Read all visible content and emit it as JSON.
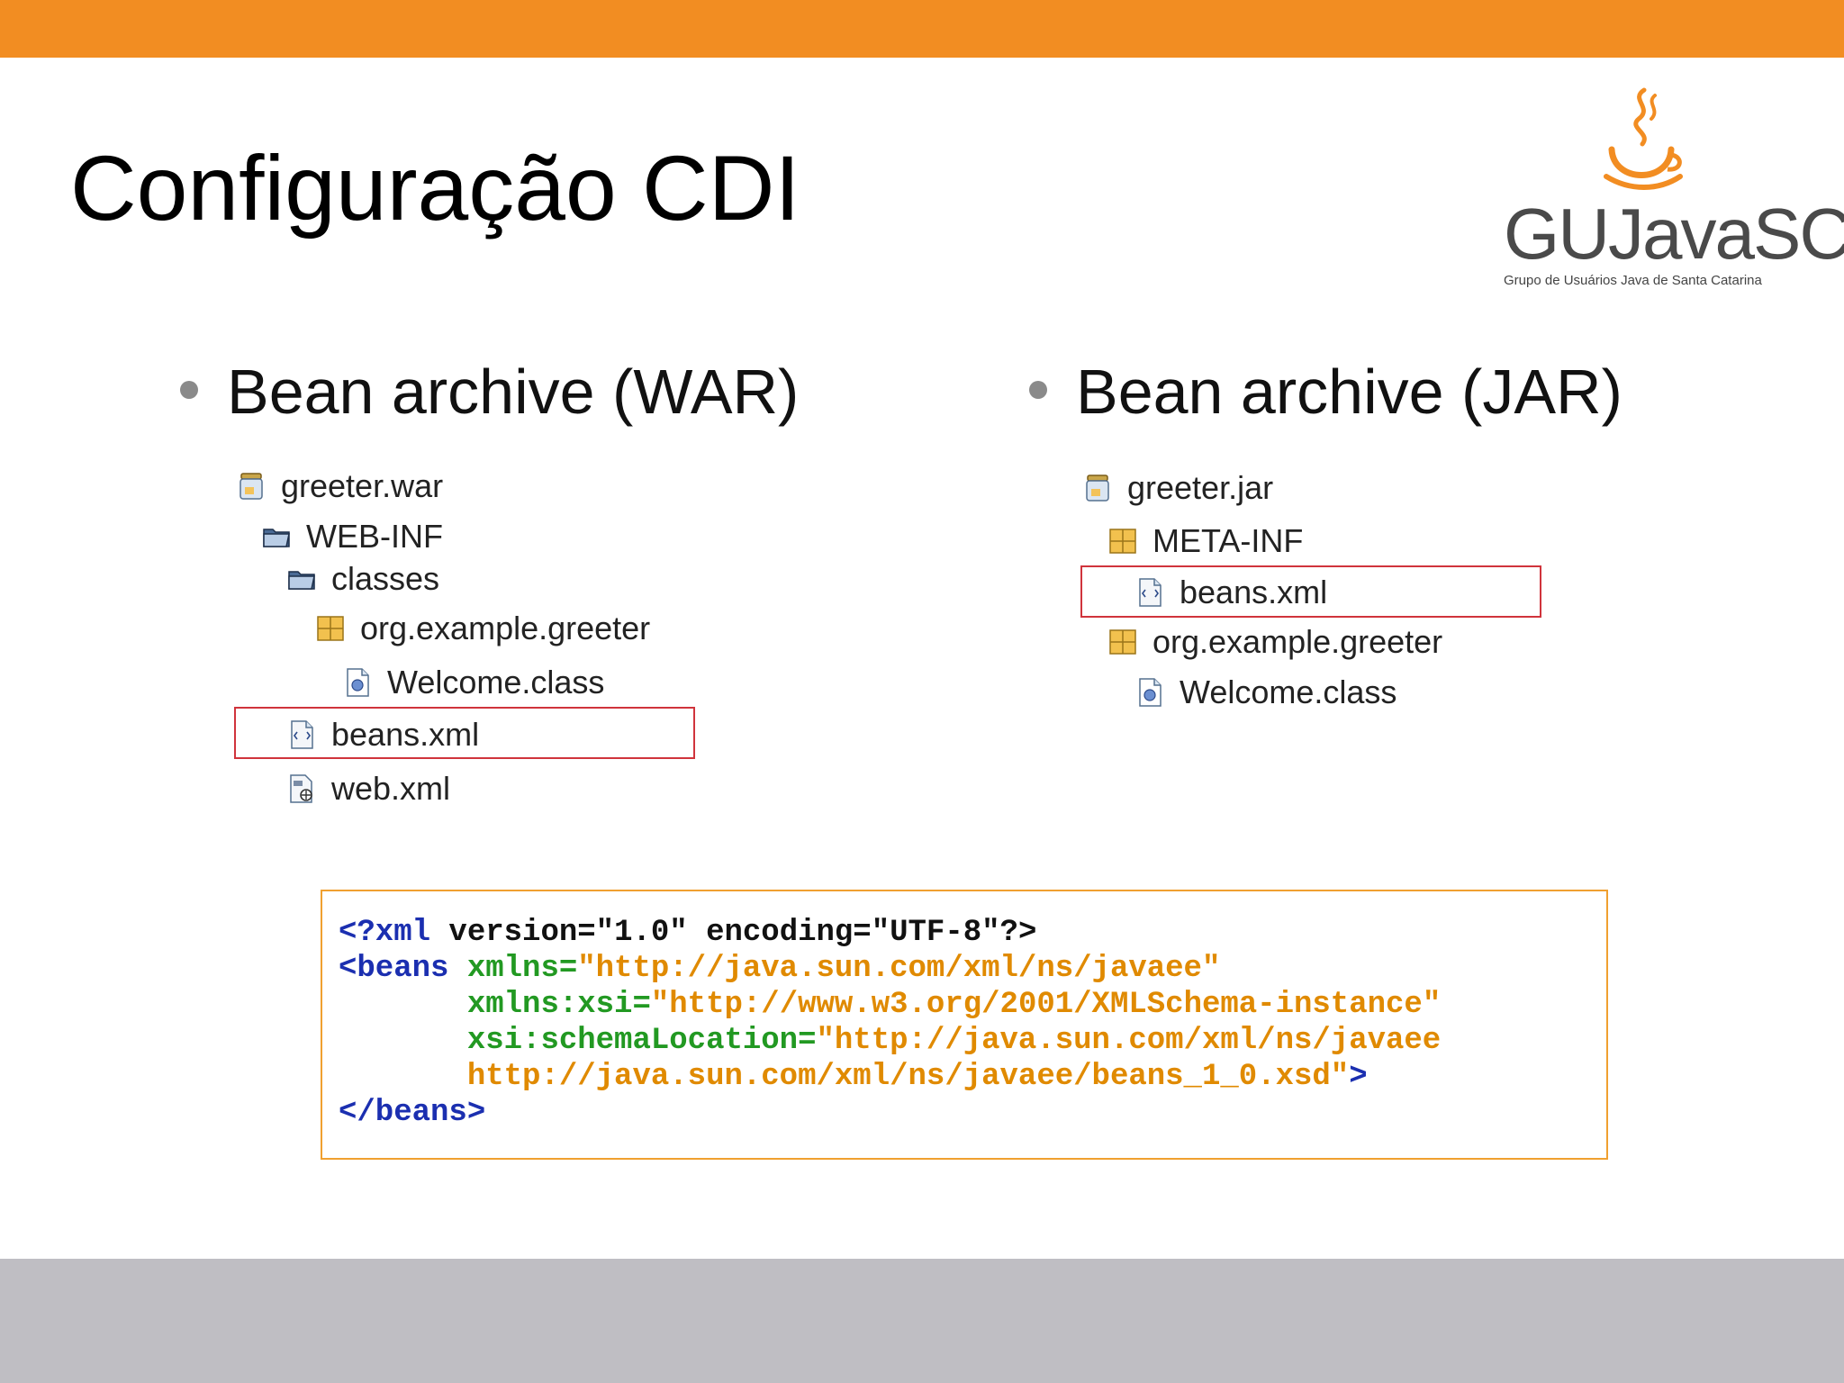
{
  "slide": {
    "title": "Configuração CDI",
    "accent_color": "#f28d22",
    "footer_color": "#bfbec3"
  },
  "logo": {
    "name": "GUJavaSC",
    "subtitle": "Grupo de Usuários Java de Santa Catarina",
    "icon": "coffee-cup-icon"
  },
  "war": {
    "heading": "Bean archive (WAR)",
    "items": [
      {
        "label": "greeter.war",
        "icon": "jar-archive-icon"
      },
      {
        "label": "WEB-INF",
        "icon": "folder-icon"
      },
      {
        "label": "classes",
        "icon": "folder-icon"
      },
      {
        "label": "org.example.greeter",
        "icon": "package-icon"
      },
      {
        "label": "Welcome.class",
        "icon": "class-file-icon"
      },
      {
        "label": "beans.xml",
        "icon": "xml-file-icon",
        "highlighted": true
      },
      {
        "label": "web.xml",
        "icon": "xml-config-icon"
      }
    ]
  },
  "jar": {
    "heading": "Bean archive (JAR)",
    "items": [
      {
        "label": "greeter.jar",
        "icon": "jar-archive-icon"
      },
      {
        "label": "META-INF",
        "icon": "package-icon"
      },
      {
        "label": "beans.xml",
        "icon": "xml-file-icon",
        "highlighted": true
      },
      {
        "label": "org.example.greeter",
        "icon": "package-icon"
      },
      {
        "label": "Welcome.class",
        "icon": "class-file-icon"
      }
    ]
  },
  "code": {
    "l1_tag": "<?xml",
    "l1_rest": " version=\"1.0\" encoding=\"UTF-8\"?>",
    "l2_tag": "<beans",
    "l2_attr": "xmlns=",
    "l2_val": "\"http://java.sun.com/xml/ns/javaee\"",
    "l3_attr": "xmlns:xsi=",
    "l3_val": "\"http://www.w3.org/2001/XMLSchema-instance\"",
    "l4_attr": "xsi:schemaLocation=",
    "l4_val": "\"http://java.sun.com/xml/ns/javaee",
    "l5_val": "http://java.sun.com/xml/ns/javaee/beans_1_0.xsd\"",
    "l5_end": ">",
    "l6_tag": "</beans>"
  }
}
